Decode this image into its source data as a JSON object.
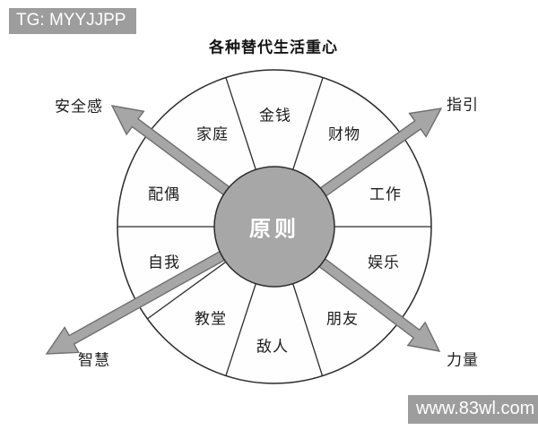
{
  "watermarks": {
    "top": "TG: MYYJJPP",
    "bottom": "www.83wl.com"
  },
  "diagram": {
    "title": "各种替代生活重心",
    "center_label": "原则",
    "segments": [
      {
        "label": "金钱"
      },
      {
        "label": "财物"
      },
      {
        "label": "工作"
      },
      {
        "label": "娱乐"
      },
      {
        "label": "朋友"
      },
      {
        "label": "敌人"
      },
      {
        "label": "教堂"
      },
      {
        "label": "自我"
      },
      {
        "label": "配偶"
      },
      {
        "label": "家庭"
      }
    ],
    "arrows": [
      {
        "direction": "top-left",
        "label": "安全感"
      },
      {
        "direction": "top-right",
        "label": "指引"
      },
      {
        "direction": "bottom-left",
        "label": "智慧"
      },
      {
        "direction": "bottom-right",
        "label": "力量"
      }
    ]
  },
  "colors": {
    "center_circle_fill": "#a7a7a7",
    "arrow_fill": "#a6a6a6",
    "arrow_stroke": "#6e6e6e",
    "wheel_stroke": "#2b2b2b",
    "watermark_bg": "#9d9d9d",
    "watermark_text": "#ffffff",
    "label_text": "#1c1c1c"
  }
}
